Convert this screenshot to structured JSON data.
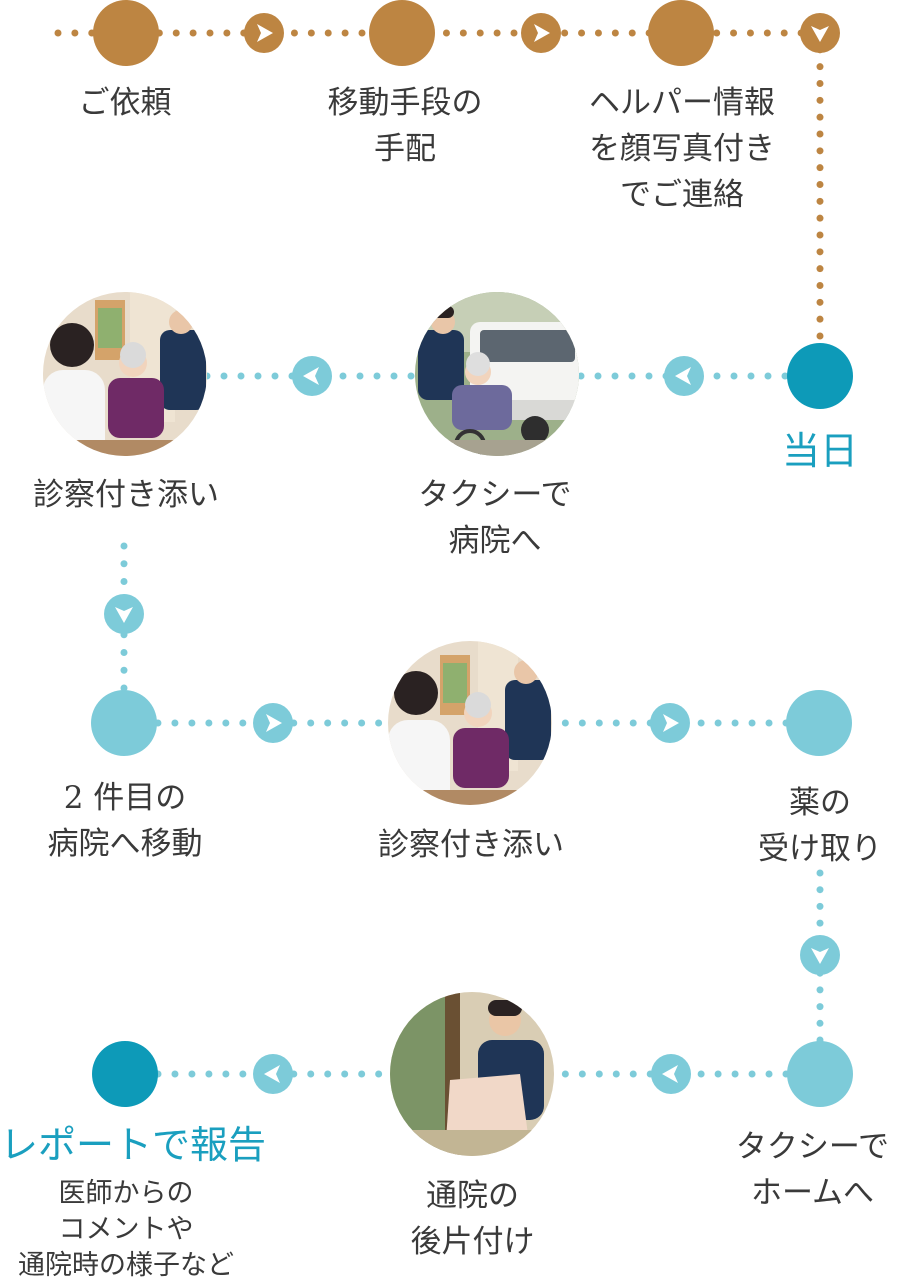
{
  "colors": {
    "phase1": "#bd8542",
    "phase2_light": "#7dcbd9",
    "phase2_dark": "#0d9ab8",
    "accent_text": "#1a9fbf",
    "text": "#3a3a3a"
  },
  "steps": {
    "request": {
      "lines": [
        "ご依頼"
      ]
    },
    "transport": {
      "lines": [
        "移動手段の",
        "手配"
      ]
    },
    "helper_info": {
      "lines": [
        "ヘルパー情報",
        "を顔写真付き",
        "でご連絡"
      ]
    },
    "day_of": {
      "lines": [
        "当日"
      ]
    },
    "taxi_hospital": {
      "lines": [
        "タクシーで",
        "病院へ"
      ],
      "icon": "taxi-photo"
    },
    "exam_1": {
      "lines": [
        "診察付き添い"
      ],
      "icon": "exam-photo"
    },
    "second_hospital": {
      "lines": [
        "2 件目の",
        "病院へ移動"
      ]
    },
    "exam_2": {
      "lines": [
        "診察付き添い"
      ],
      "icon": "exam-photo"
    },
    "medicine": {
      "lines": [
        "薬の",
        "受け取り"
      ]
    },
    "taxi_home": {
      "lines": [
        "タクシーで",
        "ホームへ"
      ]
    },
    "cleanup": {
      "lines": [
        "通院の",
        "後片付け"
      ],
      "icon": "laundry-photo"
    },
    "report": {
      "title": "レポートで報告",
      "lines": [
        "医師からの",
        "コメントや",
        "通院時の様子など"
      ]
    }
  }
}
